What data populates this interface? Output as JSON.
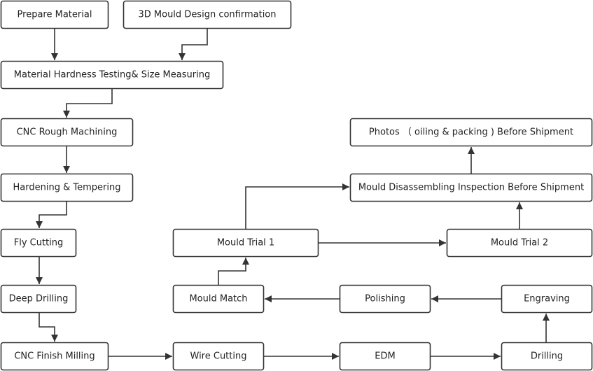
{
  "diagram": {
    "type": "flowchart",
    "colors": {
      "stroke": "#333333",
      "text": "#222222",
      "background": "#ffffff"
    },
    "nodes": [
      {
        "id": "prepare",
        "label": "Prepare Material"
      },
      {
        "id": "design",
        "label": "3D Mould Design confirmation"
      },
      {
        "id": "hardness",
        "label": "Material Hardness Testing& Size Measuring"
      },
      {
        "id": "rough",
        "label": "CNC Rough Machining"
      },
      {
        "id": "harden",
        "label": "Hardening & Tempering"
      },
      {
        "id": "fly",
        "label": "Fly Cutting"
      },
      {
        "id": "deep",
        "label": "Deep Drilling"
      },
      {
        "id": "finish",
        "label": "CNC Finish Milling"
      },
      {
        "id": "wire",
        "label": "Wire Cutting"
      },
      {
        "id": "edm",
        "label": "EDM"
      },
      {
        "id": "drilling",
        "label": "Drilling"
      },
      {
        "id": "engraving",
        "label": "Engraving"
      },
      {
        "id": "polishing",
        "label": "Polishing"
      },
      {
        "id": "match",
        "label": "Mould Match"
      },
      {
        "id": "trial1",
        "label": "Mould Trial 1"
      },
      {
        "id": "trial2",
        "label": "Mould Trial 2"
      },
      {
        "id": "disassemble",
        "label": "Mould Disassembling Inspection Before Shipment"
      },
      {
        "id": "photos",
        "label": "Photos （ oiling & packing ) Before Shipment"
      }
    ],
    "edges": [
      {
        "from": "prepare",
        "to": "hardness"
      },
      {
        "from": "design",
        "to": "hardness"
      },
      {
        "from": "hardness",
        "to": "rough"
      },
      {
        "from": "rough",
        "to": "harden"
      },
      {
        "from": "harden",
        "to": "fly"
      },
      {
        "from": "fly",
        "to": "deep"
      },
      {
        "from": "deep",
        "to": "finish"
      },
      {
        "from": "finish",
        "to": "wire"
      },
      {
        "from": "wire",
        "to": "edm"
      },
      {
        "from": "edm",
        "to": "drilling"
      },
      {
        "from": "drilling",
        "to": "engraving"
      },
      {
        "from": "engraving",
        "to": "polishing"
      },
      {
        "from": "polishing",
        "to": "match"
      },
      {
        "from": "match",
        "to": "trial1"
      },
      {
        "from": "trial1",
        "to": "trial2"
      },
      {
        "from": "trial1",
        "to": "disassemble"
      },
      {
        "from": "trial2",
        "to": "disassemble"
      },
      {
        "from": "disassemble",
        "to": "photos"
      }
    ]
  }
}
